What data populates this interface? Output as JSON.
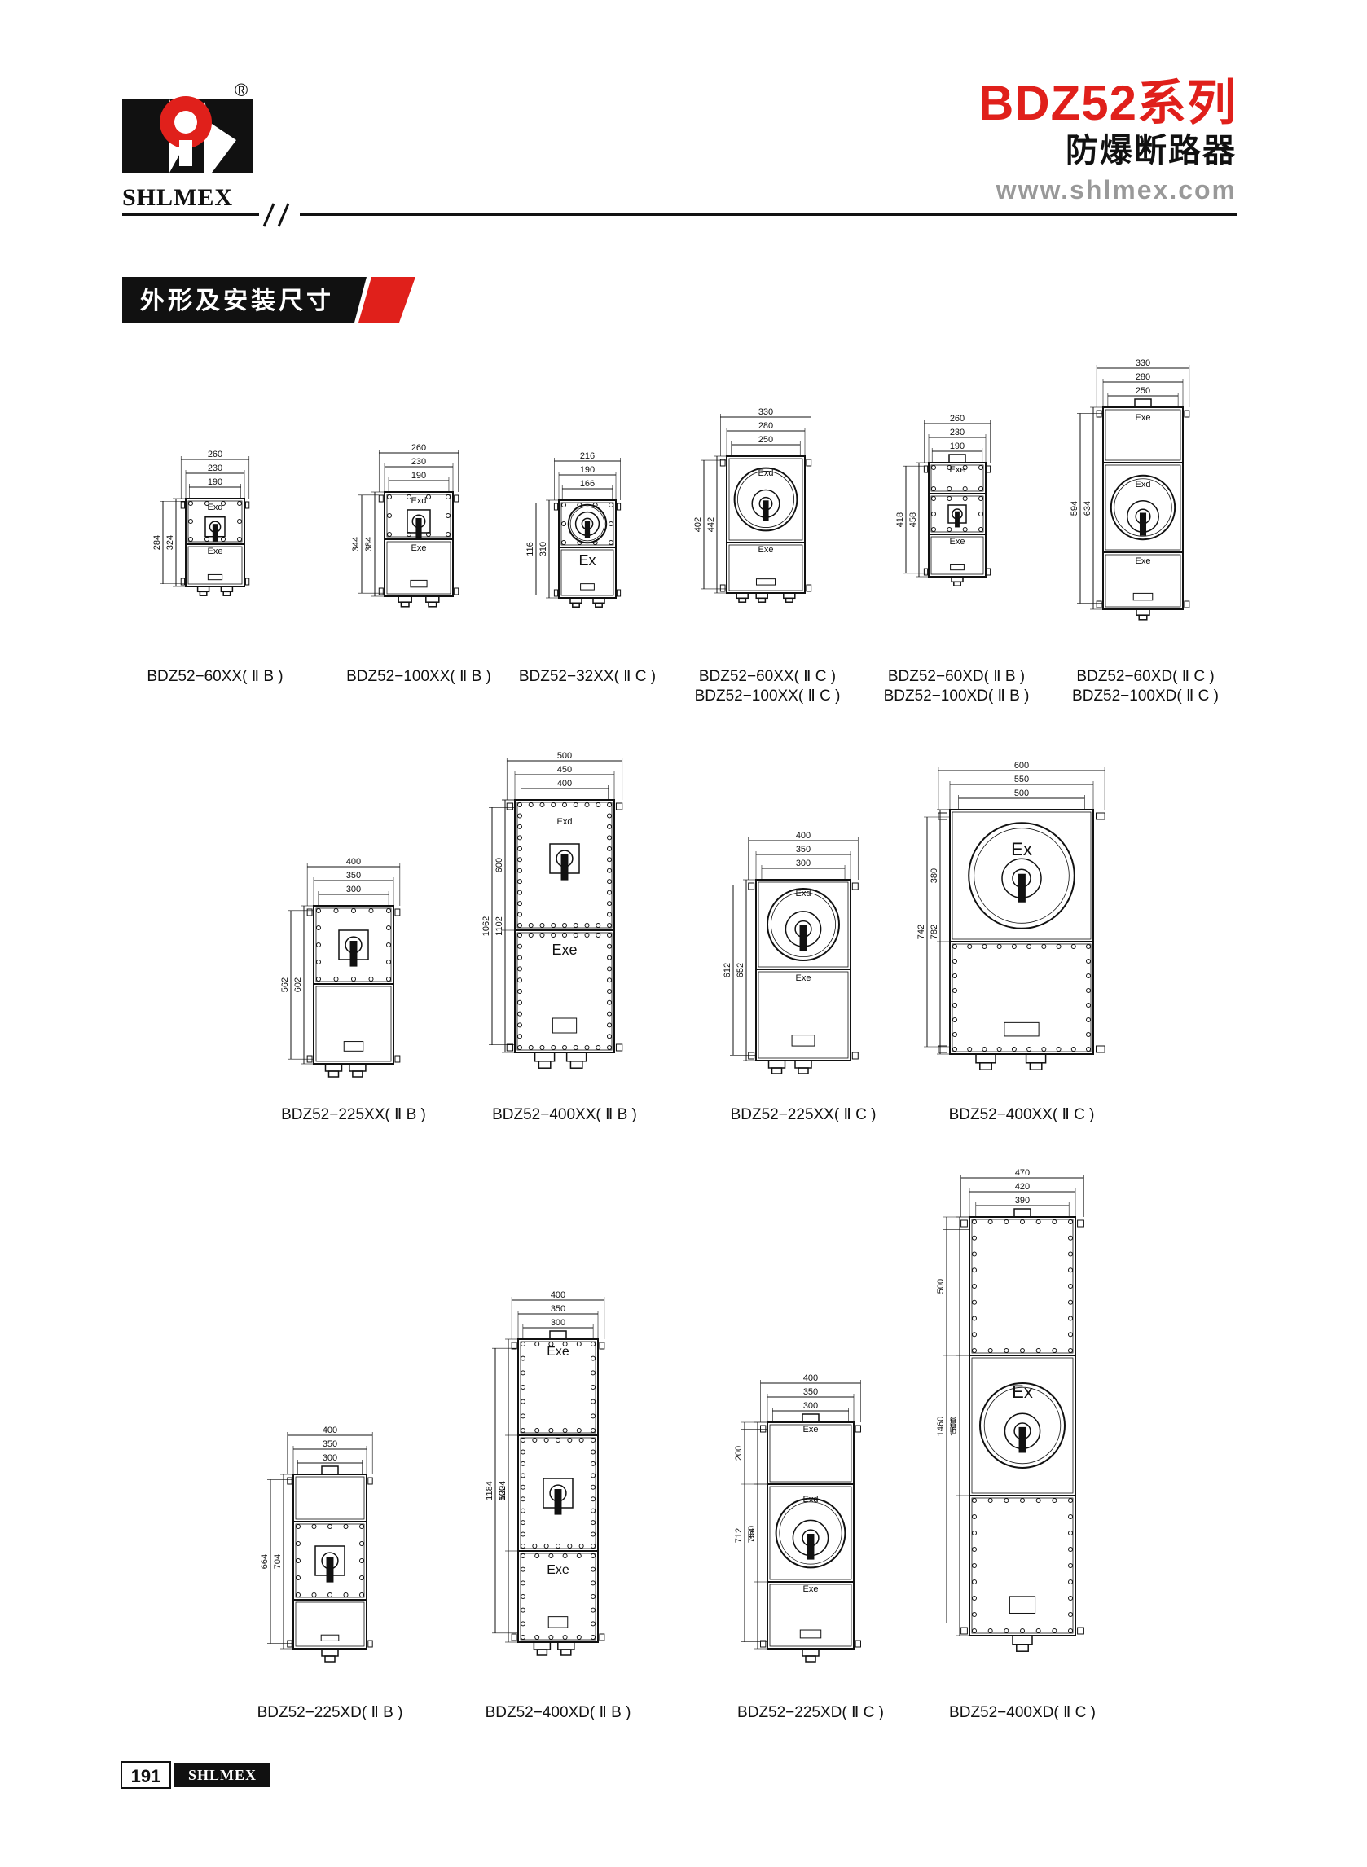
{
  "header": {
    "logo_text": "SHLMEX",
    "registered_mark": "®",
    "series_title": "BDZ52系列",
    "product_name": "防爆断路器",
    "website": "www.shlmex.com"
  },
  "section": {
    "title": "外形及安装尺寸"
  },
  "row1": [
    {
      "caption": [
        "BDZ52−60XX( Ⅱ B )"
      ],
      "dims_top": [
        "260",
        "230",
        "190"
      ],
      "dims_side": [
        "324",
        "284"
      ],
      "labels": [
        "Exd",
        "Exe"
      ]
    },
    {
      "caption": [
        "BDZ52−100XX( Ⅱ B )"
      ],
      "dims_top": [
        "260",
        "230",
        "190"
      ],
      "dims_side": [
        "384",
        "344"
      ],
      "labels": [
        "Exd",
        "Exe"
      ]
    },
    {
      "caption": [
        "BDZ52−32XX( Ⅱ C )"
      ],
      "dims_top": [
        "216",
        "190",
        "166"
      ],
      "dims_side": [
        "310",
        "116"
      ],
      "labels": [
        "Ex"
      ]
    },
    {
      "caption": [
        "BDZ52−60XX( Ⅱ C )",
        "BDZ52−100XX( Ⅱ C )"
      ],
      "dims_top": [
        "330",
        "280",
        "250"
      ],
      "dims_side": [
        "442",
        "402"
      ],
      "labels": [
        "Exd",
        "Exe"
      ]
    },
    {
      "caption": [
        "BDZ52−60XD( Ⅱ B )",
        "BDZ52−100XD( Ⅱ B )"
      ],
      "dims_top": [
        "260",
        "230",
        "190"
      ],
      "dims_side": [
        "458",
        "418"
      ],
      "labels": [
        "Exe",
        "Exe"
      ]
    },
    {
      "caption": [
        "BDZ52−60XD( Ⅱ C )",
        "BDZ52−100XD( Ⅱ C )"
      ],
      "dims_top": [
        "330",
        "280",
        "250"
      ],
      "dims_side": [
        "634",
        "594"
      ],
      "labels": [
        "Exe",
        "Exd",
        "Exe"
      ]
    }
  ],
  "row2": [
    {
      "caption": [
        "BDZ52−225XX( Ⅱ B )"
      ],
      "dims_top": [
        "400",
        "350",
        "300"
      ],
      "dims_side": [
        "602",
        "562"
      ],
      "labels": []
    },
    {
      "caption": [
        "BDZ52−400XX( Ⅱ B )"
      ],
      "dims_top": [
        "500",
        "450",
        "400"
      ],
      "dims_side": [
        "1102",
        "1062",
        "600"
      ],
      "labels": [
        "Exd",
        "Exe"
      ]
    },
    {
      "caption": [
        "BDZ52−225XX( Ⅱ C )"
      ],
      "dims_top": [
        "400",
        "350",
        "300"
      ],
      "dims_side": [
        "652",
        "612"
      ],
      "labels": [
        "Exd",
        "Exe"
      ]
    },
    {
      "caption": [
        "BDZ52−400XX( Ⅱ C )"
      ],
      "dims_top": [
        "600",
        "550",
        "500"
      ],
      "dims_side": [
        "782",
        "742",
        "380"
      ],
      "labels": [
        "Ex"
      ]
    }
  ],
  "row3": [
    {
      "caption": [
        "BDZ52−225XD( Ⅱ B )"
      ],
      "dims_top": [
        "400",
        "350",
        "300"
      ],
      "dims_side": [
        "704",
        "664"
      ],
      "labels": []
    },
    {
      "caption": [
        "BDZ52−400XD( Ⅱ B )"
      ],
      "dims_top": [
        "400",
        "350",
        "300"
      ],
      "dims_side": [
        "1224",
        "1184",
        "500"
      ],
      "labels": [
        "Exe",
        "Exe"
      ]
    },
    {
      "caption": [
        "BDZ52−225XD( Ⅱ C )"
      ],
      "dims_top": [
        "400",
        "350",
        "300"
      ],
      "dims_side": [
        "754",
        "712",
        "200",
        "350"
      ],
      "labels": [
        "Exe",
        "Exd",
        "Exe"
      ]
    },
    {
      "caption": [
        "BDZ52−400XD( Ⅱ C )"
      ],
      "dims_top": [
        "470",
        "420",
        "390"
      ],
      "dims_side": [
        "1500",
        "1460",
        "500",
        "500"
      ],
      "labels": [
        "Ex"
      ]
    }
  ],
  "footer": {
    "page_number": "191",
    "brand": "SHLMEX"
  }
}
